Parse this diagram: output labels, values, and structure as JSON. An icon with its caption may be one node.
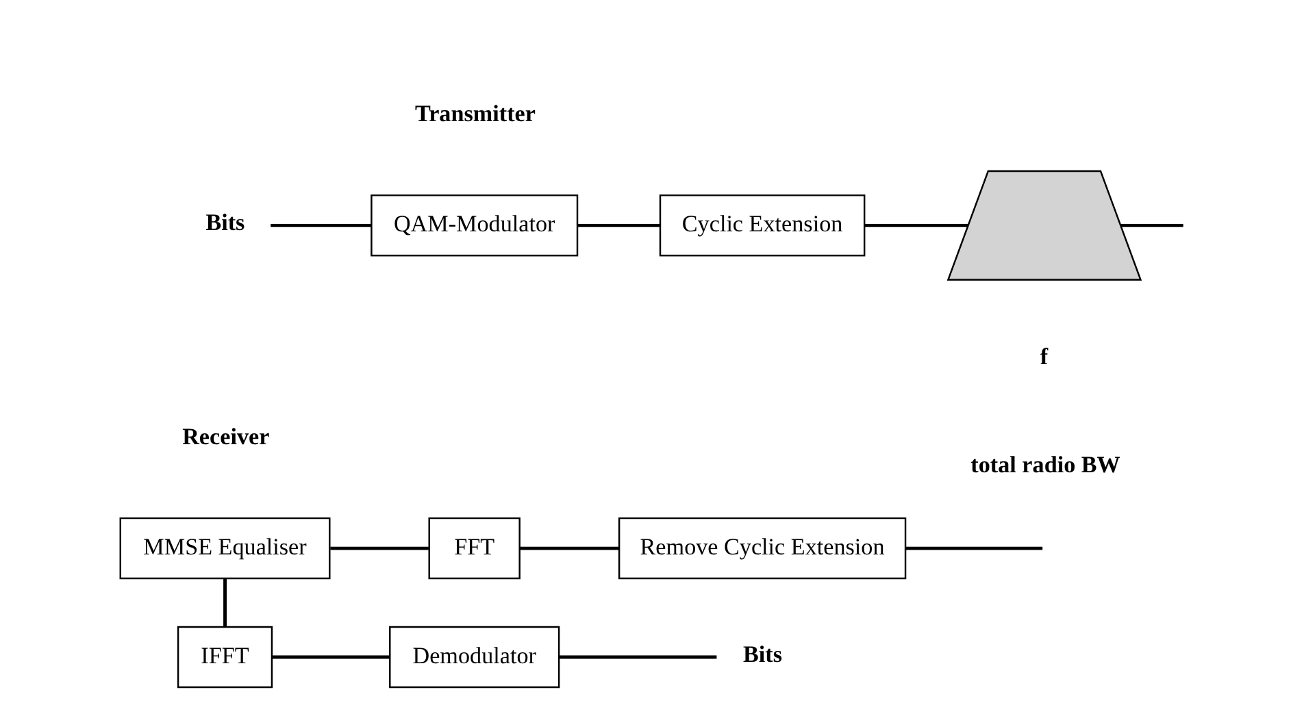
{
  "diagram": {
    "nodes": [
      {
        "text": [
          "Bits"
        ]
      },
      {
        "text": [
          "QAM-Modulator"
        ]
      },
      {
        "text": [
          "Cyclic Extension"
        ]
      },
      {
        "text": [],
        "shape": "picture"
      },
      {
        "text": [
          "MMSE Equaliser"
        ]
      },
      {
        "text": [
          "FFT"
        ]
      },
      {
        "text": [
          "Remove Cyclic Extension"
        ]
      },
      {
        "text": [
          "IFFT"
        ]
      },
      {
        "text": [
          "Demodulator"
        ]
      },
      {
        "text": [
          "Bits"
        ]
      }
    ],
    "edges": [
      {
        "from": 0,
        "to": 1,
        "arrow": "none"
      },
      {
        "from": 1,
        "to": 2,
        "arrow": "none"
      },
      {
        "from": 2,
        "to": 3,
        "arrow": "none"
      },
      {
        "from": 3,
        "to": null,
        "arrow": "none"
      },
      {
        "from": 4,
        "to": 5,
        "arrow": "none"
      },
      {
        "from": 5,
        "to": 6,
        "arrow": "none"
      },
      {
        "from": 6,
        "to": null,
        "arrow": "none"
      },
      {
        "from": 4,
        "to": 7,
        "arrow": "none"
      },
      {
        "from": 7,
        "to": 8,
        "arrow": "none"
      },
      {
        "from": 8,
        "to": 9,
        "arrow": "none"
      }
    ],
    "labels": [
      "Transmitter",
      "f",
      "total radio BW",
      "Receiver"
    ]
  }
}
